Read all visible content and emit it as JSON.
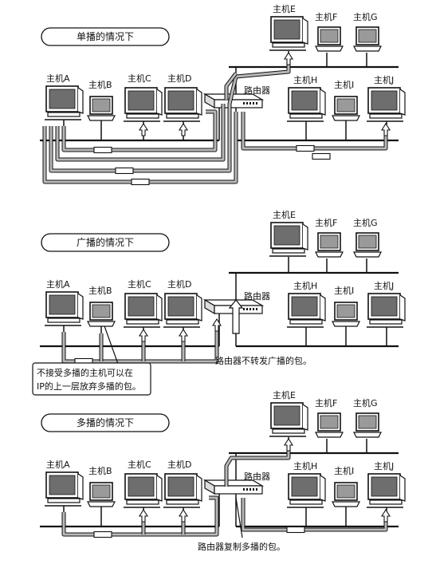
{
  "colors": {
    "line": "#111111",
    "screen": "#6e6e6e",
    "screen_small": "#9a9a9a",
    "cable": "#b8b8b8",
    "pill_bg": "#ffffff"
  },
  "icons": {
    "computer": "computer-icon",
    "router": "router-icon",
    "packet": "packet-icon",
    "drop": "x-mark-icon",
    "arrow": "arrow-up-icon"
  },
  "host_names": {
    "A": "主机A",
    "B": "主机B",
    "C": "主机C",
    "D": "主机D",
    "E": "主机E",
    "F": "主机F",
    "G": "主机G",
    "H": "主机H",
    "I": "主机I",
    "J": "主机J"
  },
  "router_label": "路由器",
  "panels": [
    {
      "title": "单播的情况下",
      "caption": "",
      "callout": []
    },
    {
      "title": "广播的情况下",
      "caption": "路由器不转发广播的包。",
      "callout": [
        "不接受多播的主机可以在",
        "IP的上一层放弃多播的包。"
      ]
    },
    {
      "title": "多播的情况下",
      "caption": "路由器复制多播的包。",
      "callout": []
    }
  ]
}
